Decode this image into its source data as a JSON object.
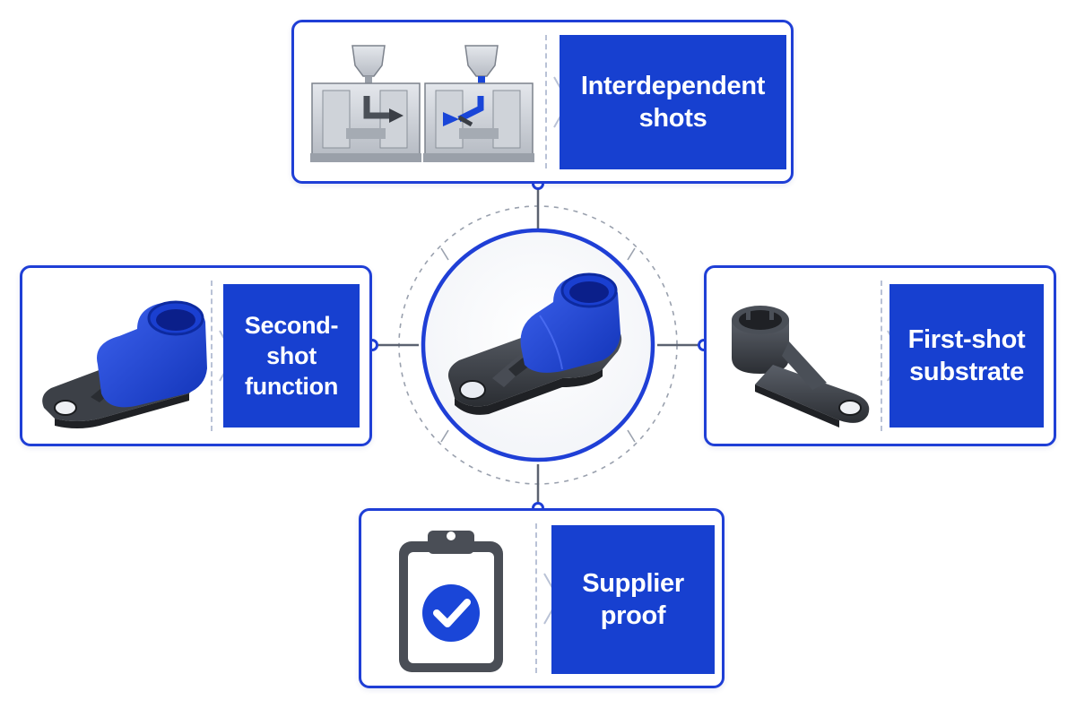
{
  "diagram": {
    "title": "",
    "accent_color": "#1740d0",
    "substrate_color": "#3a3e45",
    "cards": {
      "top": {
        "line1": "Interdependent",
        "line2": "shots",
        "icon": "two-shot-mold-icon"
      },
      "left": {
        "line1": "Second-shot",
        "line2": "function",
        "icon": "overmolded-part-icon"
      },
      "right": {
        "line1": "First-shot",
        "line2": "substrate",
        "icon": "substrate-part-icon"
      },
      "bottom": {
        "line1": "Supplier",
        "line2": "proof",
        "icon": "clipboard-check-icon"
      }
    },
    "center": {
      "icon": "finished-two-shot-part-icon"
    }
  }
}
